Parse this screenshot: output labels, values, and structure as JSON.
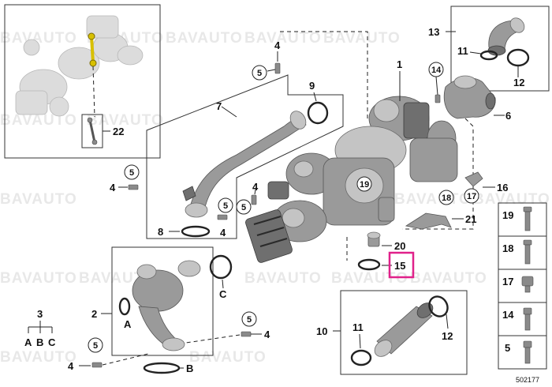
{
  "watermark": "BAVAUTO",
  "diagram_id": "502177",
  "highlighted_part": "15",
  "callouts": {
    "c1": "1",
    "c2": "2",
    "c3": "3",
    "c4a": "4",
    "c4b": "4",
    "c4c": "4",
    "c4d": "4",
    "c4e": "4",
    "c5a": "5",
    "c5b": "5",
    "c5c": "5",
    "c5d": "5",
    "c5e": "5",
    "c6": "6",
    "c7": "7",
    "c8": "8",
    "c9": "9",
    "c10": "10",
    "c11a": "11",
    "c11b": "11",
    "c12a": "12",
    "c12b": "12",
    "c13": "13",
    "c14": "14",
    "c15": "15",
    "c16": "16",
    "c17": "17",
    "c18": "18",
    "c19": "19",
    "c20": "20",
    "c21": "21",
    "c22": "22",
    "cA1": "A",
    "cA2": "A",
    "cB1": "B",
    "cB2": "B",
    "cC1": "C",
    "cC2": "C"
  },
  "legend_group": {
    "number": "3",
    "items": [
      "A",
      "B",
      "C"
    ]
  },
  "hardware_column": [
    "19",
    "18",
    "17",
    "14",
    "5"
  ]
}
